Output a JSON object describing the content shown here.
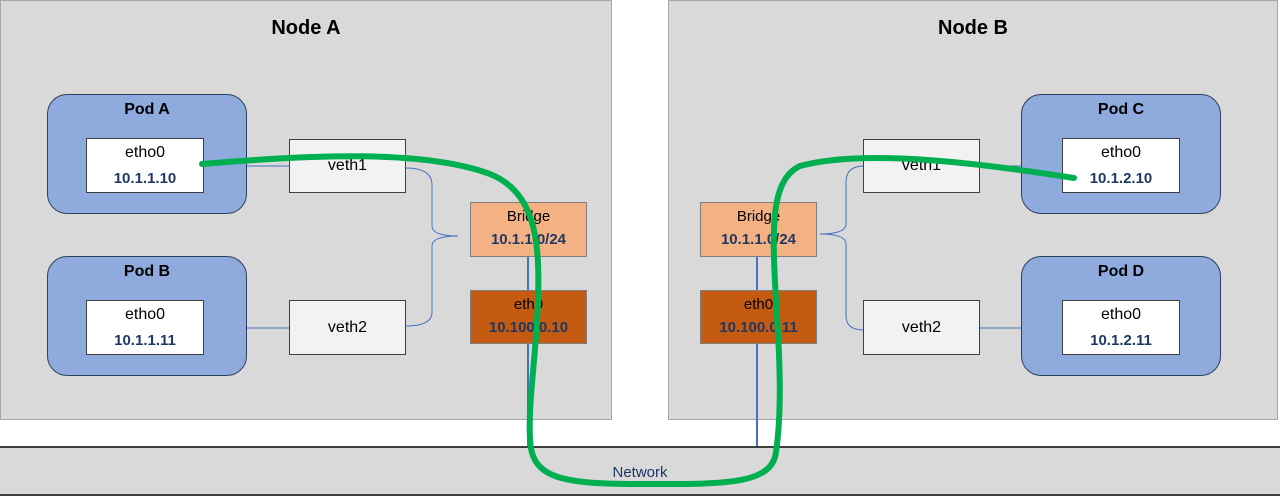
{
  "network": {
    "label": "Network"
  },
  "node_a": {
    "title": "Node A",
    "pod_a": {
      "title": "Pod A",
      "iface": "etho0",
      "ip": "10.1.1.10"
    },
    "pod_b": {
      "title": "Pod B",
      "iface": "etho0",
      "ip": "10.1.1.11"
    },
    "veth1": "veth1",
    "veth2": "veth2",
    "bridge": {
      "name": "Bridge",
      "cidr": "10.1.1.0/24"
    },
    "eth0": {
      "name": "eth0",
      "ip": "10.100.0.10"
    }
  },
  "node_b": {
    "title": "Node B",
    "pod_c": {
      "title": "Pod C",
      "iface": "etho0",
      "ip": "10.1.2.10"
    },
    "pod_d": {
      "title": "Pod D",
      "iface": "etho0",
      "ip": "10.1.2.11"
    },
    "veth1": "veth1",
    "veth2": "veth2",
    "bridge": {
      "name": "Bridge",
      "cidr": "10.1.1.0/24"
    },
    "eth0": {
      "name": "eth0",
      "ip": "10.100.0.11"
    }
  },
  "colors": {
    "node_bg": "#d9d9d9",
    "pod_bg": "#8faadc",
    "bridge_bg": "#f4b183",
    "eth_bg": "#c55a11",
    "link_blue": "#4472c4",
    "path_green": "#00b050"
  }
}
